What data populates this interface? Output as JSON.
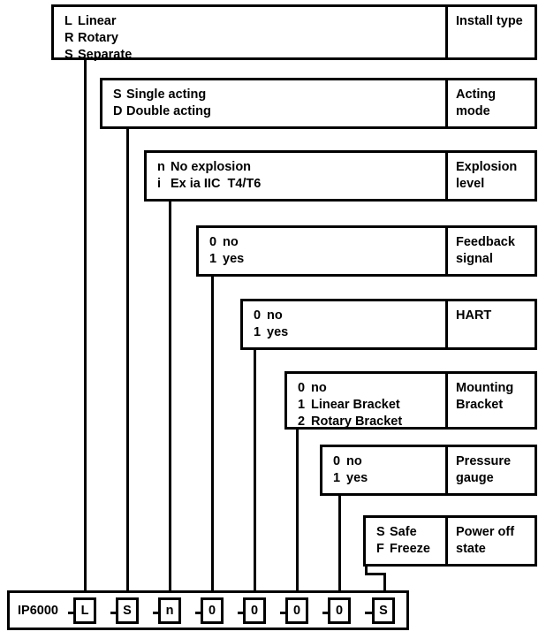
{
  "diagram": {
    "title": "IP6000 model code selection diagram",
    "rows": [
      {
        "id": "install-type",
        "descriptor": [
          "Install type"
        ],
        "options": [
          {
            "code": "L",
            "label": "Linear"
          },
          {
            "code": "R",
            "label": "Rotary"
          },
          {
            "code": "S",
            "label": "Separate"
          }
        ]
      },
      {
        "id": "acting-mode",
        "descriptor": [
          "Acting",
          "mode"
        ],
        "options": [
          {
            "code": "S",
            "label": "Single acting"
          },
          {
            "code": "D",
            "label": "Double acting"
          }
        ]
      },
      {
        "id": "explosion-level",
        "descriptor": [
          "Explosion",
          "level"
        ],
        "options": [
          {
            "code": "n",
            "label": "No explosion"
          },
          {
            "code": "i",
            "label": "Ex ia IIC  T4/T6"
          }
        ]
      },
      {
        "id": "feedback-signal",
        "descriptor": [
          "Feedback",
          "signal"
        ],
        "options": [
          {
            "code": "0",
            "label": "no"
          },
          {
            "code": "1",
            "label": "yes"
          }
        ]
      },
      {
        "id": "hart",
        "descriptor": [
          "HART"
        ],
        "options": [
          {
            "code": "0",
            "label": "no"
          },
          {
            "code": "1",
            "label": "yes"
          }
        ]
      },
      {
        "id": "mounting-bracket",
        "descriptor": [
          "Mounting",
          "Bracket"
        ],
        "options": [
          {
            "code": "0",
            "label": "no"
          },
          {
            "code": "1",
            "label": "Linear Bracket"
          },
          {
            "code": "2",
            "label": "Rotary Bracket"
          }
        ]
      },
      {
        "id": "pressure-gauge",
        "descriptor": [
          "Pressure",
          "gauge"
        ],
        "options": [
          {
            "code": "0",
            "label": "no"
          },
          {
            "code": "1",
            "label": "yes"
          }
        ]
      },
      {
        "id": "power-off-state",
        "descriptor": [
          "Power off",
          "state"
        ],
        "options": [
          {
            "code": "S",
            "label": "Safe"
          },
          {
            "code": "F",
            "label": "Freeze"
          }
        ]
      }
    ],
    "code_bar": {
      "prefix": "IP6000",
      "separator": "–",
      "segments": [
        "L",
        "S",
        "n",
        "0",
        "0",
        "0",
        "0",
        "S"
      ]
    },
    "colors": {
      "line": "#000000",
      "background": "#ffffff",
      "text": "#000000"
    }
  }
}
